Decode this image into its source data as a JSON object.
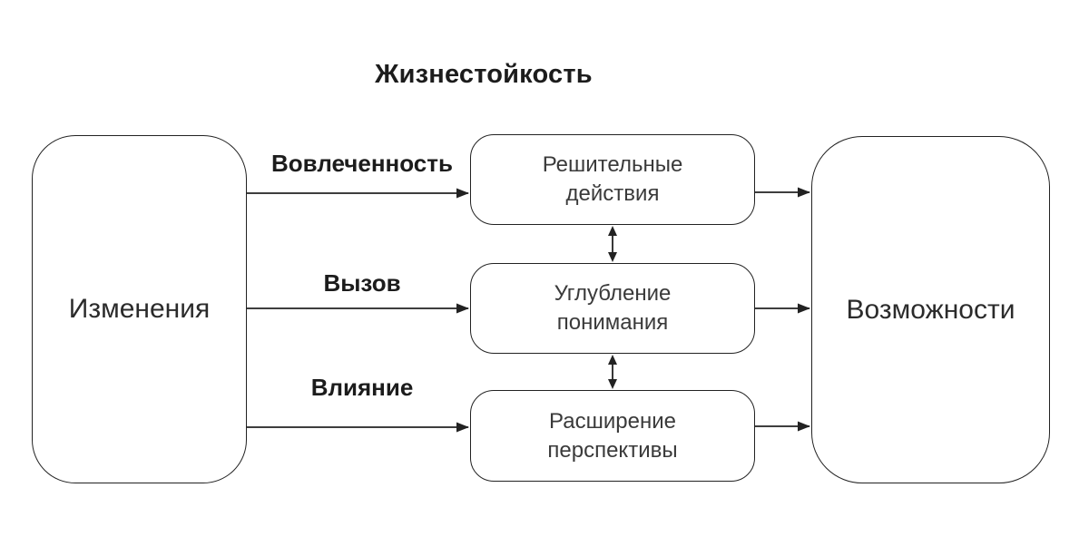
{
  "diagram": {
    "title": "Жизнестойкость",
    "source_node": {
      "label": "Изменения"
    },
    "target_node": {
      "label": "Возможности"
    },
    "middle_nodes": [
      {
        "label": "Решительные действия"
      },
      {
        "label": "Углубление понимания"
      },
      {
        "label": "Расширение перспективы"
      }
    ],
    "edges": [
      {
        "label": "Вовлеченность",
        "from": "Изменения",
        "to": "Решительные действия"
      },
      {
        "label": "Вызов",
        "from": "Изменения",
        "to": "Углубление понимания"
      },
      {
        "label": "Влияние",
        "from": "Изменения",
        "to": "Расширение перспективы"
      }
    ],
    "colors": {
      "background": "#ffffff",
      "stroke": "#222222",
      "title_text": "#1c1c1c",
      "node_text": "#2b2b2b",
      "middle_text": "#3a3a3a"
    }
  }
}
